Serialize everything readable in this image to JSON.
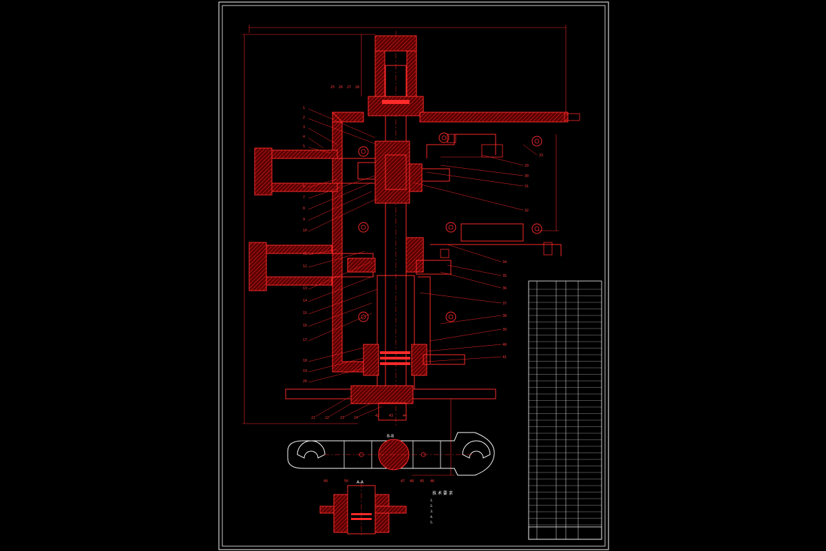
{
  "drawing": {
    "colors": {
      "background": "#000000",
      "outline": "#ffffff",
      "geometry": "#ff2a2a"
    },
    "section_label": "B-B",
    "detail_label": "A-A",
    "notes_title": "技 术 要 求",
    "notes": [
      "1.",
      "2.",
      "3.",
      "4.",
      "5."
    ],
    "callouts": [
      "1",
      "2",
      "3",
      "4",
      "5",
      "6",
      "7",
      "8",
      "9",
      "10",
      "11",
      "12",
      "13",
      "14",
      "15",
      "16",
      "17",
      "18",
      "19",
      "20",
      "21",
      "22",
      "23",
      "24",
      "25",
      "26",
      "27",
      "28",
      "29",
      "30",
      "31",
      "32",
      "33",
      "34",
      "35",
      "36",
      "37",
      "38",
      "39",
      "40",
      "41",
      "42",
      "43",
      "44",
      "45",
      "46",
      "47",
      "48",
      "49",
      "50"
    ]
  }
}
